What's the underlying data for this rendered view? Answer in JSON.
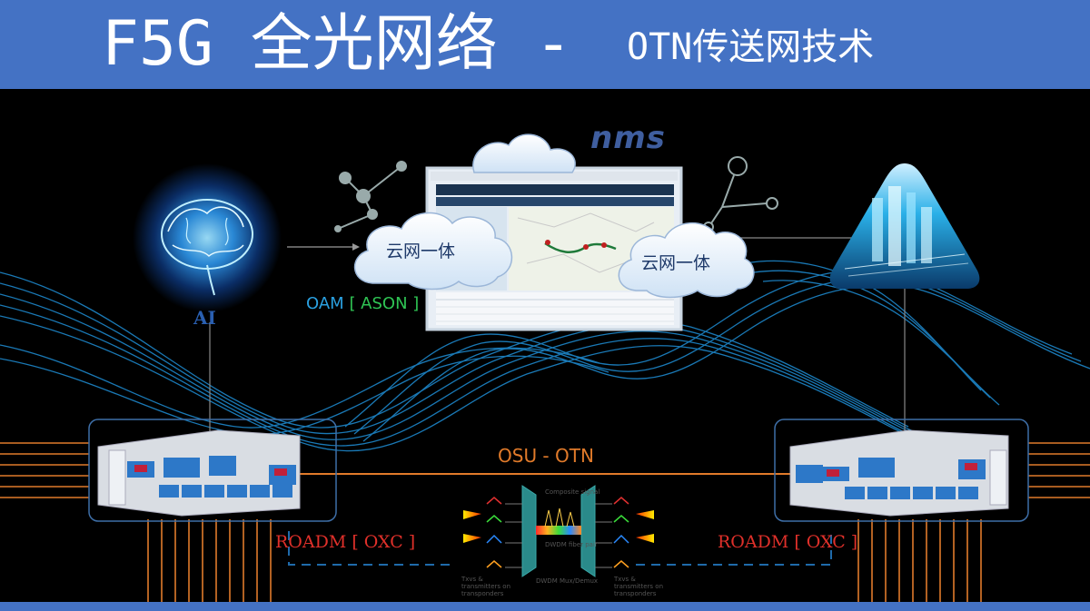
{
  "header": {
    "title_main": "F5G 全光网络 -",
    "title_sub": "OTN传送网技术"
  },
  "labels": {
    "nms": "nms",
    "cloud_left": "云网一体",
    "cloud_right": "云网一体",
    "ai": "AI",
    "oam_blue": "OAM",
    "oam_green": "[ ASON ]",
    "osu": "OSU - OTN",
    "roadm_left": "ROADM [ OXC ]",
    "roadm_right": "ROADM [ OXC ]"
  },
  "dwdm": {
    "composite_signal": "Composite signal",
    "fiber_pair": "DWDM fiber pair",
    "mux": "DWDM Mux/Demux",
    "tx_left": "Txvs & transmitters on transponders",
    "tx_right": "Txvs & transmitters on transponders"
  },
  "colors": {
    "header_bg": "#4472C4",
    "fiber_blue": "#1f8fd6",
    "orange": "#e07a2a",
    "red": "#e0302a",
    "green": "#2fc454"
  }
}
